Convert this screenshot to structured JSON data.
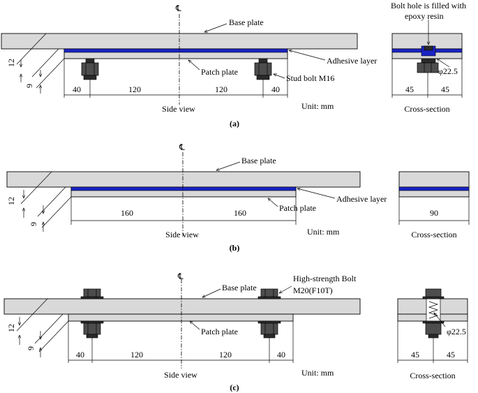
{
  "panels": {
    "a": {
      "caption": "(a)",
      "base_plate": "Base plate",
      "adhesive": "Adhesive layer",
      "patch_plate": "Patch plate",
      "stud_bolt": "Stud bolt M16",
      "side_view": "Side view",
      "unit": "Unit: mm",
      "cross_section": "Cross-section",
      "bolt_hole_line1": "Bolt hole is filled with",
      "bolt_hole_line2": "epoxy resin",
      "phi": "φ22.5",
      "t_base": "12",
      "t_patch": "9",
      "dims": [
        "40",
        "120",
        "120",
        "40"
      ],
      "cs_dims": [
        "45",
        "45"
      ]
    },
    "b": {
      "caption": "(b)",
      "base_plate": "Base plate",
      "adhesive": "Adhesive layer",
      "patch_plate": "Patch plate",
      "side_view": "Side view",
      "unit": "Unit: mm",
      "cross_section": "Cross-section",
      "t_base": "12",
      "t_patch": "9",
      "dims": [
        "160",
        "160"
      ],
      "cs_dims": [
        "90"
      ]
    },
    "c": {
      "caption": "(c)",
      "base_plate": "Base plate",
      "patch_plate": "Patch plate",
      "hs_bolt_line1": "High-strength Bolt",
      "hs_bolt_line2": "M20(F10T)",
      "side_view": "Side view",
      "unit": "Unit: mm",
      "cross_section": "Cross-section",
      "phi": "φ22.5",
      "t_base": "12",
      "t_patch": "9",
      "dims": [
        "40",
        "120",
        "120",
        "40"
      ],
      "cs_dims": [
        "45",
        "45"
      ]
    }
  },
  "centerline_symbol": "℄",
  "colors": {
    "plate": "#d9d9d9",
    "adhesive": "#1a23c4",
    "bolt": "#4d4d4d"
  }
}
